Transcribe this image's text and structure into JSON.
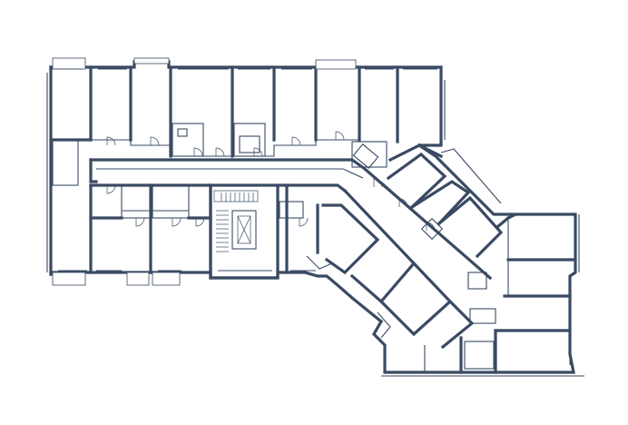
{
  "plan": {
    "type": "residential-floor-plan",
    "colors": {
      "wall": "#3a4a63",
      "background": "#ffffff"
    },
    "elements": [
      "west-wing",
      "corridor",
      "elevator-core",
      "stairwell",
      "diagonal-wing",
      "east-wing",
      "balconies",
      "bathrooms"
    ]
  }
}
